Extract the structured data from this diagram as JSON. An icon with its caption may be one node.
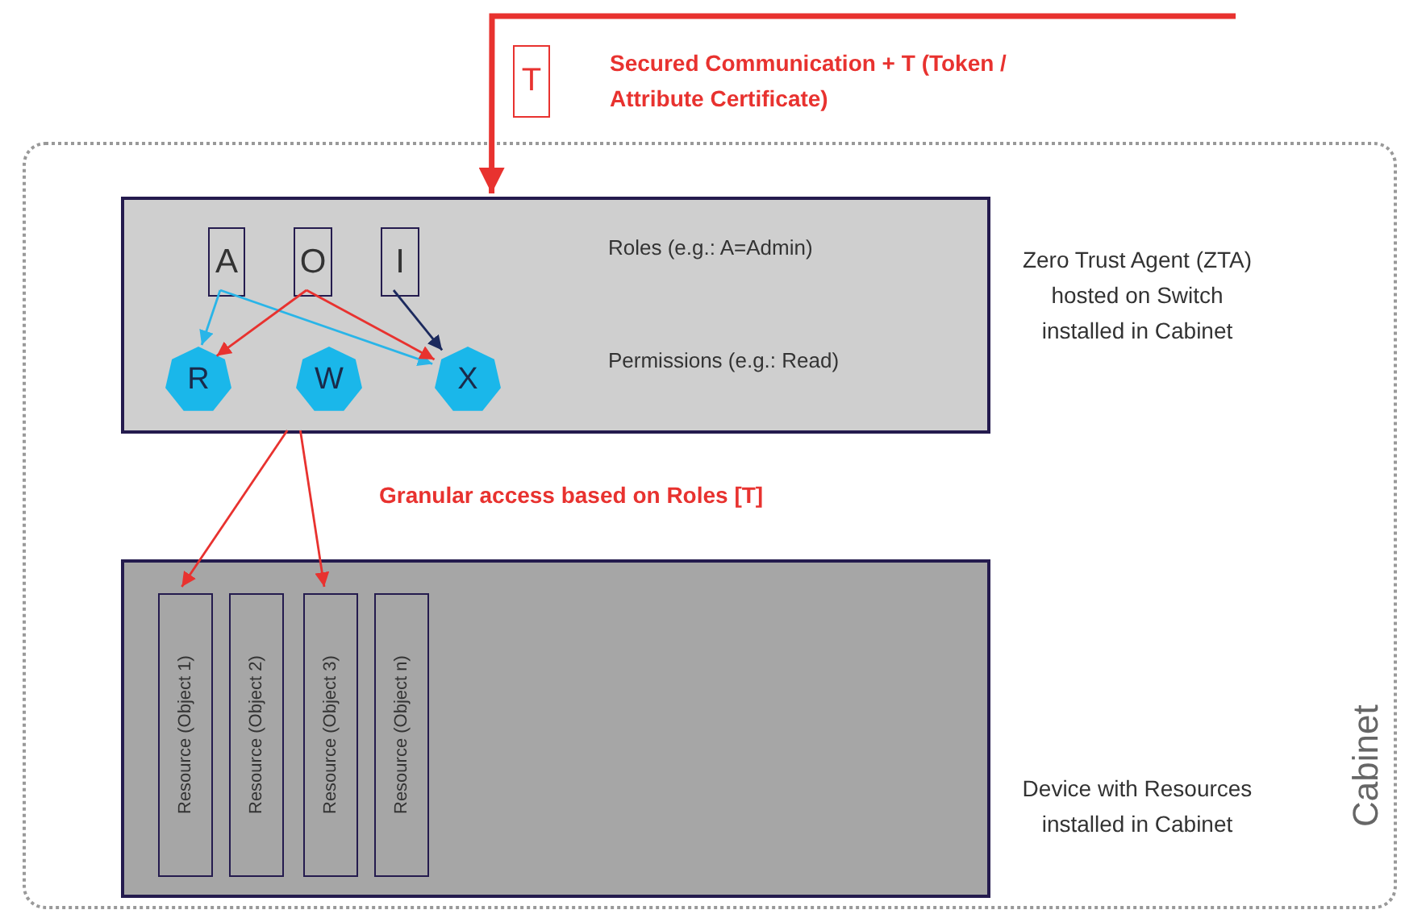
{
  "diagram": {
    "nodes": [
      {
        "text": [
          "Cabinet"
        ]
      },
      {
        "text": [
          "Roles (e.g.: A=Admin)",
          "Permissions (e.g.: Read)"
        ],
        "in": 0,
        "beside": [
          "Zero Trust Agent (ZTA) hosted on Switch installed in Cabinet"
        ]
      },
      {
        "text": [
          "A"
        ],
        "in": 1
      },
      {
        "text": [
          "O"
        ],
        "in": 1
      },
      {
        "text": [
          "I"
        ],
        "in": 1
      },
      {
        "text": [
          "R"
        ],
        "in": 1
      },
      {
        "text": [
          "W"
        ],
        "in": 1
      },
      {
        "text": [
          "X"
        ],
        "in": 1
      },
      {
        "text": [],
        "shape": "box",
        "in": 0,
        "beside": [
          "Device with Resources installed in Cabinet"
        ]
      },
      {
        "text": [
          "Resource (Object 1)"
        ],
        "in": 8
      },
      {
        "text": [
          "Resource (Object 2)"
        ],
        "in": 8
      },
      {
        "text": [
          "Resource (Object 3)"
        ],
        "in": 8
      },
      {
        "text": [
          "Resource (Object n)"
        ],
        "in": 8
      },
      {
        "text": [
          "T"
        ]
      }
    ],
    "edges": [
      {
        "from": null,
        "to": 1,
        "arrow": "to",
        "label": "Secured Communication + T (Token / Attribute Certificate)",
        "style": "thick"
      },
      {
        "from": 2,
        "to": 5,
        "arrow": "to",
        "color": "#29b5e8"
      },
      {
        "from": 2,
        "to": 7,
        "arrow": "to",
        "color": "#29b5e8"
      },
      {
        "from": 3,
        "to": 5,
        "arrow": "to"
      },
      {
        "from": 3,
        "to": 7,
        "arrow": "to"
      },
      {
        "from": 4,
        "to": 7,
        "arrow": "to",
        "color": "#1c2a5e"
      },
      {
        "from": 1,
        "to": 9,
        "arrow": "to"
      },
      {
        "from": 1,
        "to": 11,
        "arrow": "to"
      }
    ],
    "labels": [
      "Granular access based on Roles [T]"
    ]
  }
}
